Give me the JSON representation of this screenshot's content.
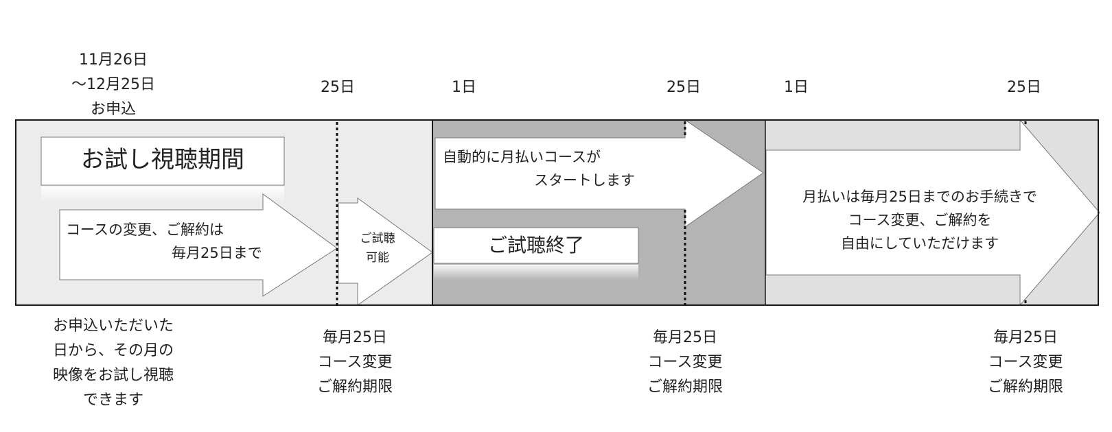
{
  "top_labels": {
    "apply_period": [
      "11月26日",
      "～12月25日",
      "お申込"
    ],
    "day25_first": "25日",
    "day1_second": "1日",
    "day25_second": "25日",
    "day1_third": "1日",
    "day25_third": "25日"
  },
  "trial_section": {
    "title": "お試し視聴期間",
    "arrow_text": [
      "コースの変更、ご解約は",
      "毎月25日まで"
    ],
    "small_arrow_text": [
      "ご試聴",
      "可能"
    ]
  },
  "month_section": {
    "arrow_text": [
      "自動的に月払いコースが",
      "スタートします"
    ],
    "end_box": "ご試聴終了"
  },
  "third_section": {
    "arrow_text": [
      "月払いは毎月25日までのお手続きで",
      "コース変更、ご解約を",
      "自由にしていただけます"
    ]
  },
  "bottom_labels": {
    "trial_note": [
      "お申込いただいた",
      "日から、その月の",
      "映像をお試し視聴",
      "できます"
    ],
    "deadline_1": [
      "毎月25日",
      "コース変更",
      "ご解約期限"
    ],
    "deadline_2": [
      "毎月25日",
      "コース変更",
      "ご解約期限"
    ],
    "deadline_3": [
      "毎月25日",
      "コース変更",
      "ご解約期限"
    ]
  },
  "colors": {
    "trial_bg": "#ececec",
    "month_bg": "#b4b4b4",
    "third_bg": "#e0e0e0",
    "border": "#1a1a1a"
  }
}
